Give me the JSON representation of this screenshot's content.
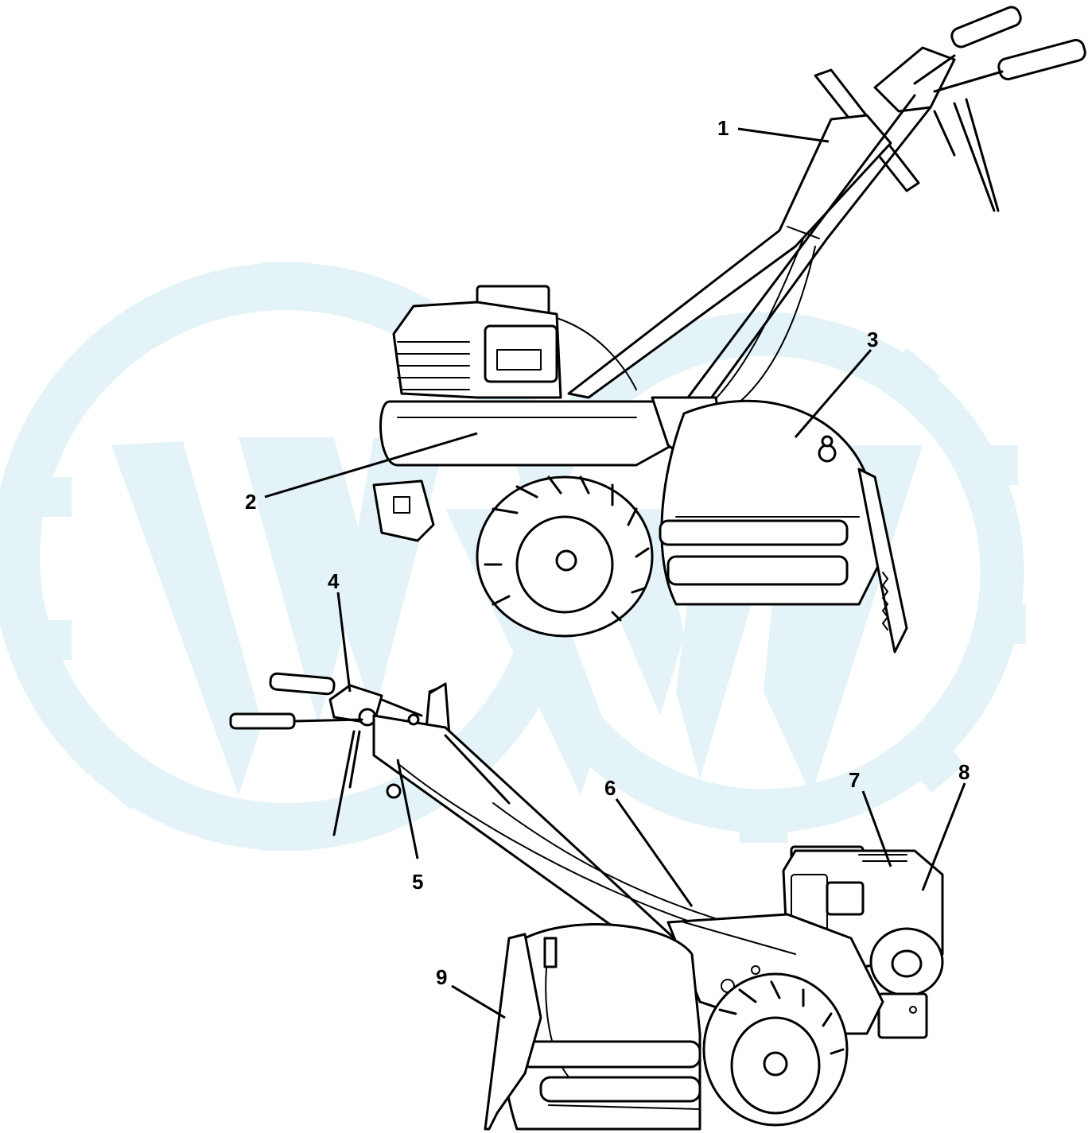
{
  "diagram": {
    "callouts": [
      {
        "id": "1",
        "text": "1"
      },
      {
        "id": "2",
        "text": "2"
      },
      {
        "id": "3",
        "text": "3"
      },
      {
        "id": "4",
        "text": "4"
      },
      {
        "id": "5",
        "text": "5"
      },
      {
        "id": "6",
        "text": "6"
      },
      {
        "id": "7",
        "text": "7"
      },
      {
        "id": "8",
        "text": "8"
      },
      {
        "id": "9",
        "text": "9"
      }
    ],
    "colors": {
      "line_art": "#000000",
      "watermark": "#e3f3f7",
      "background": "#ffffff"
    },
    "watermark": "gear-logo-watermark"
  }
}
